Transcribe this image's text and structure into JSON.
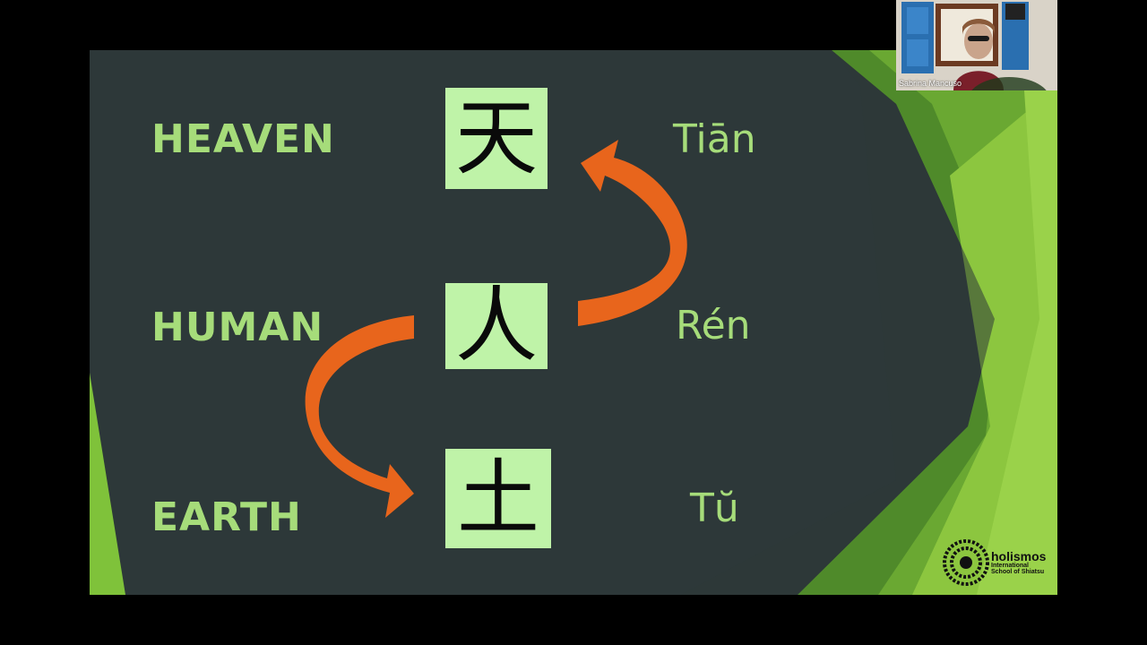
{
  "slide": {
    "rows": [
      {
        "label": "HEAVEN",
        "character": "天",
        "pinyin": "Tiān"
      },
      {
        "label": "HUMAN",
        "character": "人",
        "pinyin": "Rén"
      },
      {
        "label": "EARTH",
        "character": "土",
        "pinyin": "Tŭ"
      }
    ],
    "logo": {
      "name": "holismos",
      "subtitle_line1": "International",
      "subtitle_line2": "School of Shiatsu"
    }
  },
  "video_call": {
    "participant_name": "Sabrina Mancuso"
  },
  "colors": {
    "slide_background": "#2d3839",
    "text_green": "#a6dc7a",
    "box_green": "#bff3a8",
    "arrow_orange": "#e8651c",
    "accent_green": "#7fc23a"
  }
}
